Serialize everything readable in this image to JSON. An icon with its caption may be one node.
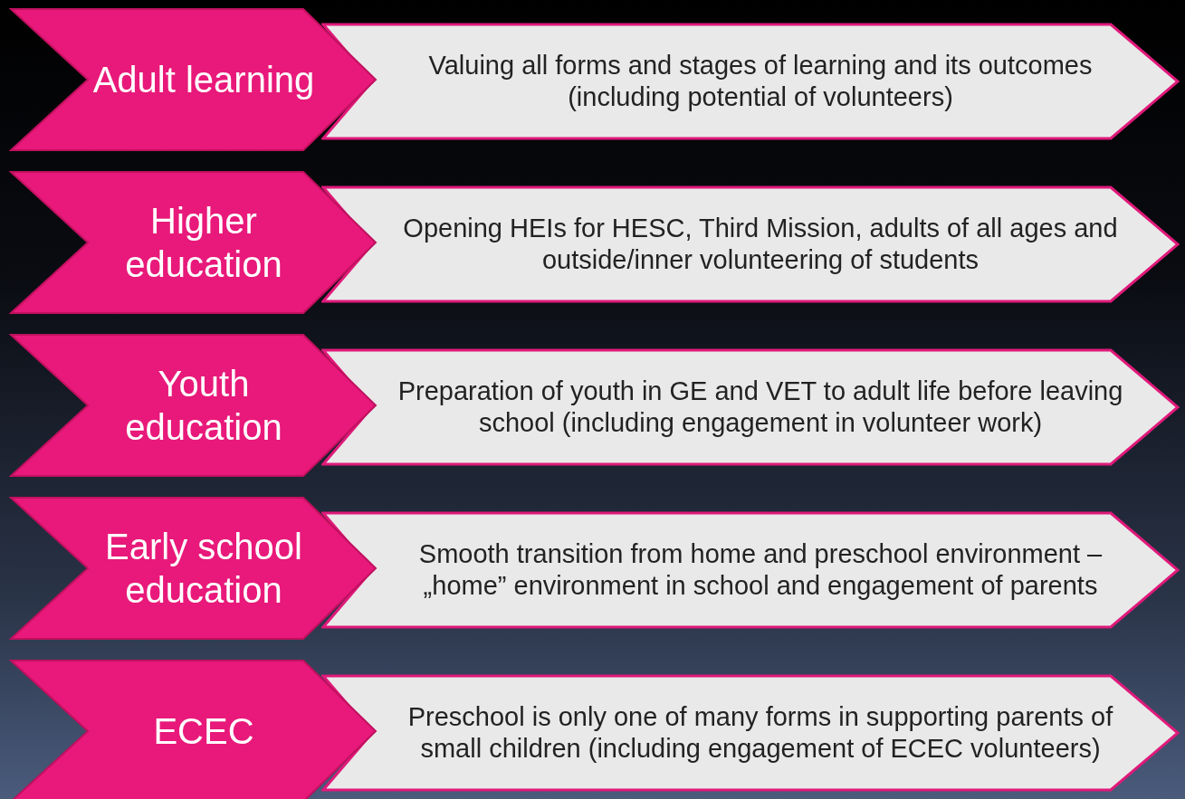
{
  "diagram": {
    "nodes": [
      {
        "text": [
          "Adult learning"
        ]
      },
      {
        "text": [
          "Valuing all forms and stages of learning and its outcomes (including potential of volunteers)"
        ]
      },
      {
        "text": [
          "Higher education"
        ]
      },
      {
        "text": [
          "Opening HEIs for HESC, Third Mission, adults of all ages and outside/inner volunteering of students"
        ]
      },
      {
        "text": [
          "Youth education"
        ]
      },
      {
        "text": [
          "Preparation of youth in GE and VET to adult life before leaving school (including engagement in volunteer work)"
        ]
      },
      {
        "text": [
          "Early school education"
        ]
      },
      {
        "text": [
          "Smooth transition from home and preschool environment – „home” environment in school and engagement of parents"
        ]
      },
      {
        "text": [
          "ECEC"
        ]
      },
      {
        "text": [
          "Preschool is only one of many forms in supporting parents of small children (including engagement of ECEC volunteers)"
        ]
      }
    ]
  }
}
